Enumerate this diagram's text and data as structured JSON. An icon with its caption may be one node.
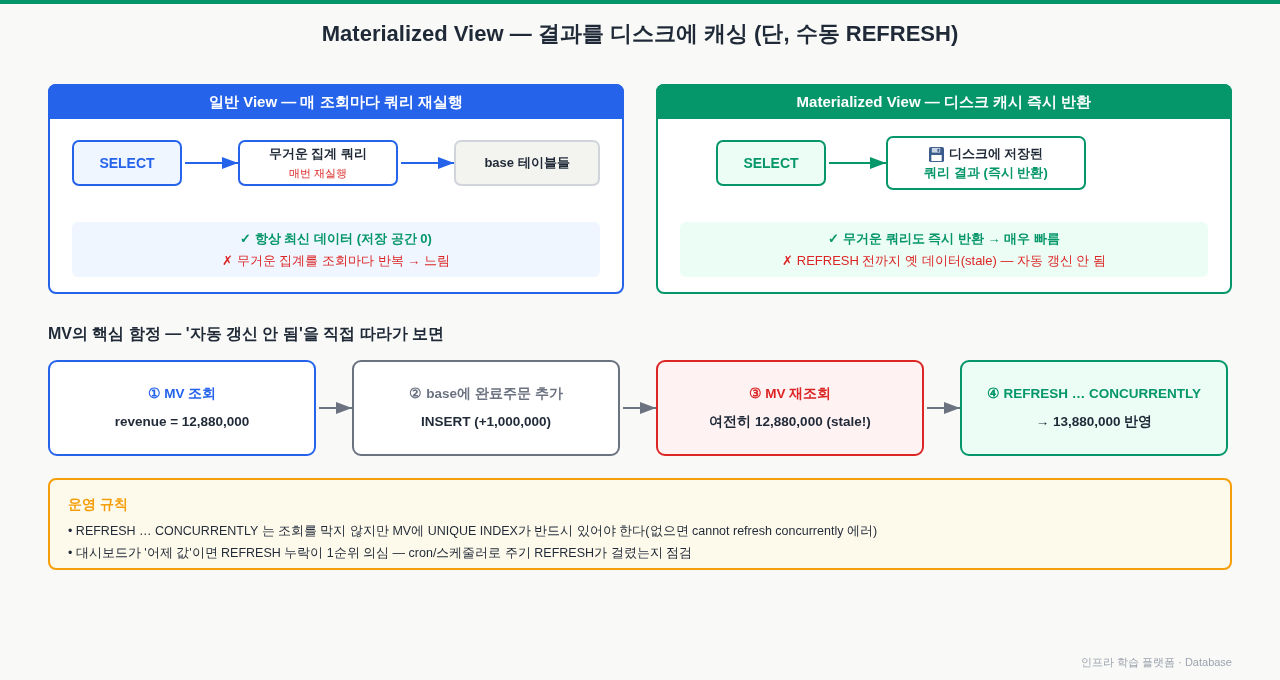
{
  "diagram": {
    "title": "Materialized View — 결과를 디스크에 캐싱 (단, 수동 REFRESH)",
    "nodes": [
      {
        "text": [
          "일반 View — 매 조회마다 쿼리 재실행"
        ]
      },
      {
        "text": [
          "SELECT"
        ],
        "in": 0
      },
      {
        "text": [
          "무거운 집계 쿼리",
          "매번 재실행"
        ],
        "in": 0
      },
      {
        "text": [
          "base 테이블들"
        ],
        "in": 0
      },
      {
        "text": [
          "✓ 항상 최신 데이터 (저장 공간 0)",
          "✗ 무거운 집계를 조회마다 반복 → 느림"
        ],
        "in": 0
      },
      {
        "text": [
          "Materialized View — 디스크 캐시 즉시 반환"
        ]
      },
      {
        "text": [
          "SELECT"
        ],
        "in": 5
      },
      {
        "text": [
          "디스크에 저장된",
          "쿼리 결과 (즉시 반환)"
        ],
        "in": 5
      },
      {
        "text": [
          "✓ 무거운 쿼리도 즉시 반환 → 매우 빠름",
          "✗ REFRESH 전까지 옛 데이터(stale) — 자동 갱신 안 됨"
        ],
        "in": 5
      },
      {
        "text": [
          "① MV 조회",
          "revenue = 12,880,000"
        ]
      },
      {
        "text": [
          "② base에 완료주문 추가",
          "INSERT (+1,000,000)"
        ]
      },
      {
        "text": [
          "③ MV 재조회",
          "여전히 12,880,000 (stale!)"
        ]
      },
      {
        "text": [
          "④ REFRESH … CONCURRENTLY",
          "→ 13,880,000 반영"
        ]
      },
      {
        "text": [
          "운영 규칙",
          "• REFRESH … CONCURRENTLY 는 조회를 막지 않지만 MV에 UNIQUE INDEX가 반드시 있어야 한다(없으면 cannot refresh concurrently 에러)",
          "• 대시보드가 '어제 값'이면 REFRESH 누락이 1순위 의심 — cron/스케줄러로 주기 REFRESH가 걸렸는지 점검"
        ]
      }
    ],
    "edges": [
      {
        "from": 1,
        "to": 2,
        "arrow": "to",
        "color": "#2563eb"
      },
      {
        "from": 2,
        "to": 3,
        "arrow": "to",
        "color": "#2563eb"
      },
      {
        "from": 6,
        "to": 7,
        "arrow": "to",
        "color": "#059669"
      },
      {
        "from": 9,
        "to": 10,
        "arrow": "to"
      },
      {
        "from": 10,
        "to": 11,
        "arrow": "to"
      },
      {
        "from": 11,
        "to": 12,
        "arrow": "to"
      }
    ],
    "labels": [
      "MV의 핵심 함정 — '자동 갱신 안 됨'을 직접 따라가 보면",
      "인프라 학습 플랫폼 · Database"
    ]
  }
}
